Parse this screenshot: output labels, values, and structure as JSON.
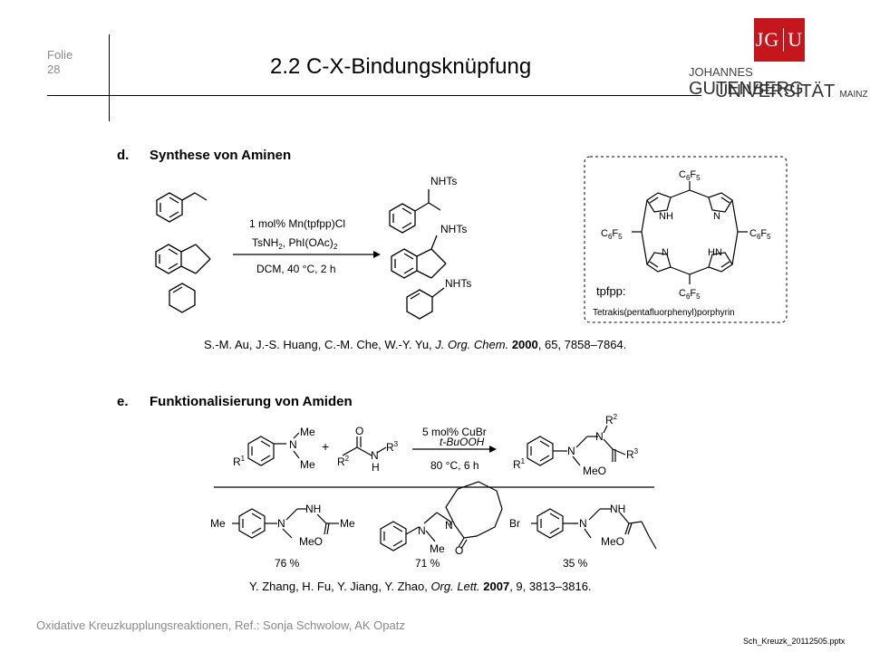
{
  "slide": {
    "folie_label": "Folie",
    "folie_number": "28",
    "title": "2.2 C-X-Bindungsknüpfung"
  },
  "logo": {
    "box_left": "JG",
    "box_right": "U",
    "line1_small": "JOHANNES",
    "line1_big": "GUTENBERG",
    "line2_big": "UNIVERSITÄT",
    "line2_small": "MAINZ",
    "color": "#c4161c"
  },
  "section_d": {
    "label": "d.",
    "heading": "Synthese von Aminen",
    "reagent1": "1 mol% Mn(tpfpp)Cl",
    "reagent2": "TsNH",
    "reagent2_sub": "2",
    "reagent2_rest": ", PhI(OAc)",
    "reagent2_sub2": "2",
    "conditions": "DCM, 40 °C, 2 h",
    "product_group": "NHTs",
    "porphyrin_substituent": "C",
    "porphyrin_sub6": "6",
    "porphyrin_F": "F",
    "porphyrin_sub5": "5",
    "atom_N": "N",
    "atom_NH": "NH",
    "atom_HN": "HN",
    "tpfpp_label": "tpfpp:",
    "tpfpp_name": "Tetrakis(pentafluorphenyl)porphyrin",
    "ref_authors": "S.-M. Au, J.-S. Huang, C.-M. Che, W.-Y. Yu, ",
    "ref_journal": "J. Org. Chem.",
    "ref_year": "2000",
    "ref_rest": ", 65, 7858–7864."
  },
  "section_e": {
    "label": "e.",
    "heading": "Funktionalisierung von Amiden",
    "catalyst": "5 mol% CuBr",
    "oxidant": "t-BuOOH",
    "conditions": "80 °C, 6 h",
    "R1": "R",
    "R_sup1": "1",
    "R2": "R",
    "R_sup2": "2",
    "R3": "R",
    "R_sup3": "3",
    "Me": "Me",
    "MeO": "MeO",
    "O": "O",
    "N": "N",
    "NH": "NH",
    "H": "H",
    "Br": "Br",
    "plus": "+",
    "yield1": "76 %",
    "yield2": "71 %",
    "yield3": "35 %",
    "ref_authors": "Y. Zhang, H. Fu, Y. Jiang, Y. Zhao, ",
    "ref_journal": "Org. Lett.",
    "ref_year": "2007",
    "ref_rest": ", 9, 3813–3816."
  },
  "footer": {
    "text": "Oxidative Kreuzkupplungsreaktionen, Ref.: Sonja Schwolow, AK Opatz",
    "filename": "Sch_Kreuzk_20112505.pptx"
  }
}
